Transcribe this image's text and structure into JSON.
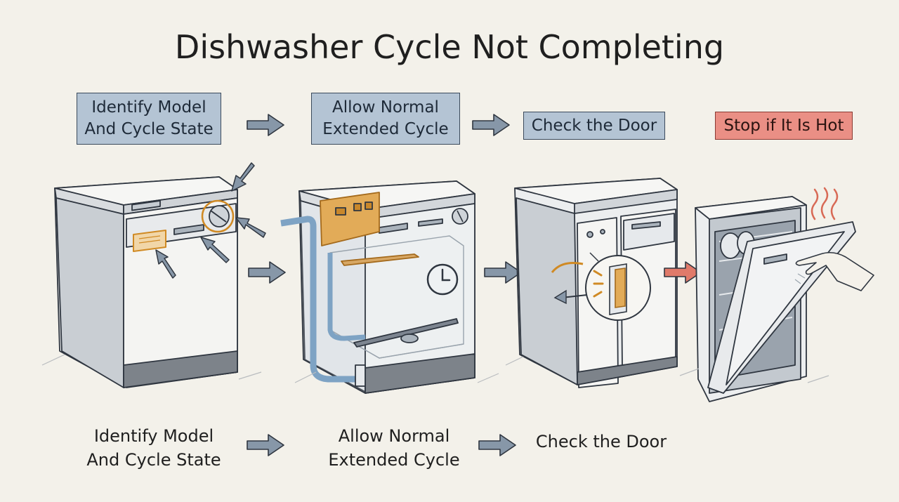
{
  "title": "Dishwasher Cycle Not Completing",
  "steps": [
    {
      "line1": "Identify Model",
      "line2": "And Cycle State"
    },
    {
      "line1": "Allow Normal",
      "line2": "Extended Cycle"
    },
    {
      "line1": "Check the Door",
      "line2": ""
    },
    {
      "line1": "Stop if It Is Hot",
      "line2": ""
    }
  ],
  "captions": [
    {
      "line1": "Identify Model",
      "line2": "And Cycle State"
    },
    {
      "line1": "Allow Normal",
      "line2": "Extended Cycle"
    },
    {
      "line1": "Check the Door",
      "line2": ""
    }
  ],
  "colors": {
    "box_fill": "#b4c4d4",
    "warn_fill": "#ea8f85",
    "arrow": "#8797a8",
    "warn_arrow": "#e07a6a",
    "highlight": "#e0a43c",
    "outline": "#2f3640"
  },
  "icons": [
    "clock-icon",
    "heat-waves-icon",
    "hand-icon",
    "door-latch-icon",
    "control-knob-icon"
  ]
}
